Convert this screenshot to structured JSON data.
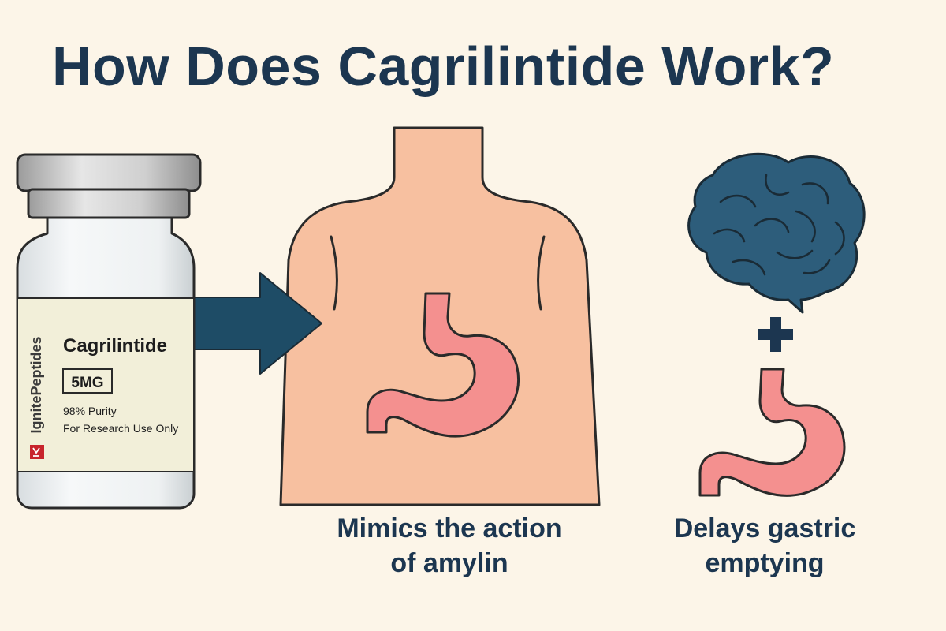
{
  "title": "How Does Cagrilintide Work?",
  "vial": {
    "brand": "IgnitePeptides",
    "product": "Cagrilintide",
    "dose": "5MG",
    "purity": "98% Purity",
    "usage": "For Research Use Only"
  },
  "captions": {
    "left_line1": "Mimics the action",
    "left_line2": "of amylin",
    "right_line1": "Delays gastric",
    "right_line2": "emptying"
  },
  "plus_sign": "+",
  "colors": {
    "background": "#fcf5e8",
    "title": "#1c3650",
    "arrow": "#1e4c66",
    "skin": "#f7c0a0",
    "stomach": "#f4908f",
    "brain": "#2d5d7b",
    "vial_label": "#f2efd9",
    "brand_red": "#c8242c"
  },
  "icons": [
    "vial-icon",
    "arrow-right-icon",
    "torso-icon",
    "stomach-icon",
    "brain-icon",
    "plus-icon"
  ]
}
